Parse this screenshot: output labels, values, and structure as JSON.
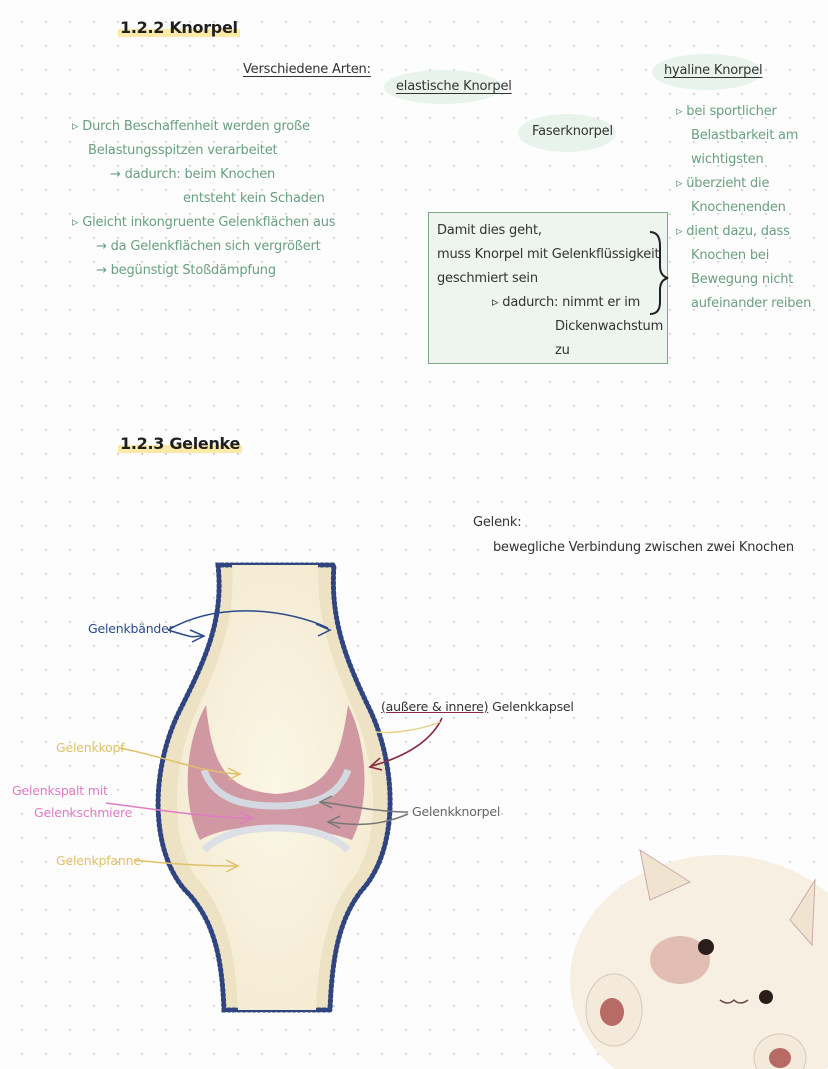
{
  "knorpel": {
    "heading": "1.2.2 Knorpel",
    "arten_label": "Verschiedene Arten:",
    "elastisch": "elastische Knorpel",
    "faser": "Faserknorpel",
    "hyalin": "hyaline Knorpel",
    "left_notes": [
      "Durch Beschaffenheit werden große",
      "Belastungsspitzen verarbeitet",
      "dadurch: beim Knochen",
      "entsteht kein Schaden",
      "Gleicht inkongruente Gelenkflächen aus",
      "da Gelenkflächen sich vergrößert",
      "begünstigt Stoßdämpfung"
    ],
    "box_lines": [
      "Damit dies geht,",
      "muss Knorpel mit Gelenkflüssigkeit",
      "geschmiert sein",
      "dadurch: nimmt er im",
      "Dickenwachstum",
      "zu"
    ],
    "hyalin_notes": [
      "bei sportlicher",
      "Belastbarkeit am",
      "wichtigsten",
      "überzieht die",
      "Knochenenden",
      "dient dazu, dass",
      "Knochen bei",
      "Bewegung nicht",
      "aufeinander reiben"
    ]
  },
  "gelenke": {
    "heading": "1.2.3 Gelenke",
    "definition_title": "Gelenk:",
    "definition_text": "bewegliche Verbindung zwischen zwei Knochen",
    "labels": {
      "baender": "Gelenkbänder",
      "kapsel_highlight": "(außere & innere)",
      "kapsel": "Gelenkkapsel",
      "kopf": "Gelenkkopf",
      "spalt_1": "Gelenkspalt mit",
      "spalt_2": "Gelenkschmiere",
      "pfanne": "Gelenkpfanne",
      "knorpel": "Gelenkknorpel"
    }
  },
  "colors": {
    "green_text": "#6a9f81",
    "blue_baender": "#2b4a8a",
    "yellow_labels": "#e0c068",
    "pink_spalt": "#e07cc4",
    "dark_red_kapsel": "#8a2a45",
    "cartilage_pink": "#c98898",
    "highlight_yellow": "#fae28c"
  }
}
